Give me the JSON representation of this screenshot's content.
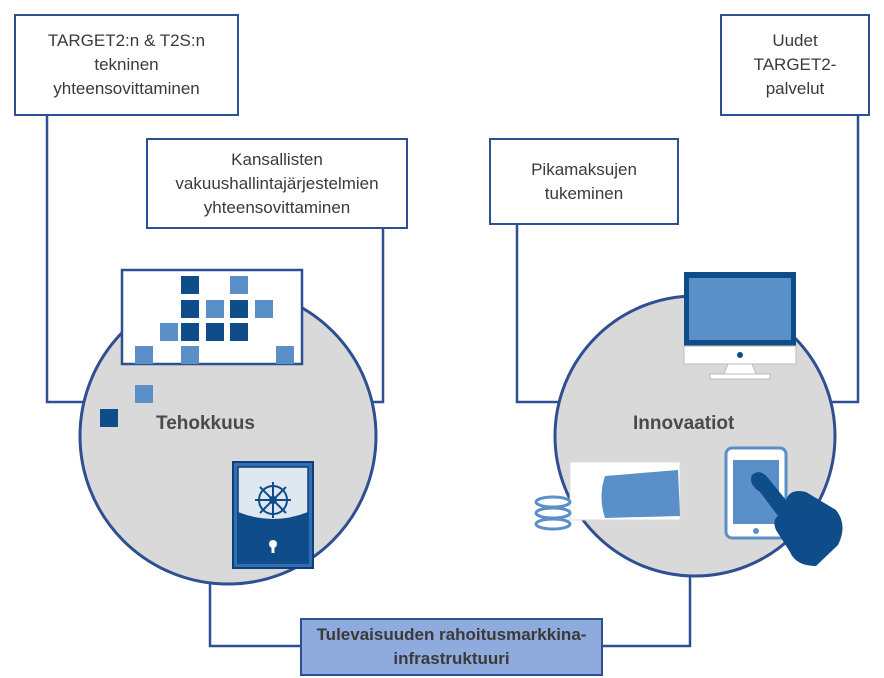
{
  "boxes": {
    "target2_t2s": [
      "TARGET2:n & T2S:n",
      "tekninen",
      "yhteensovittaminen"
    ],
    "collateral": [
      "Kansallisten",
      "vakuushallintajärjestelmien",
      "yhteensovittaminen"
    ],
    "instant_payments": [
      "Pikamaksujen",
      "tukeminen"
    ],
    "new_services": [
      "Uudet",
      "TARGET2-",
      "palvelut"
    ]
  },
  "circles": {
    "left": "Tehokkuus",
    "right": "Innovaatiot"
  },
  "footer": [
    "Tulevaisuuden rahoitusmarkkina-",
    "infrastruktuuri"
  ],
  "colors": {
    "frame": "#2e4f91",
    "circle_fill": "#d9d9d9",
    "dark_blue": "#0f4c8a",
    "mid_blue": "#5a8fc8",
    "footer_fill": "#8faadc"
  }
}
